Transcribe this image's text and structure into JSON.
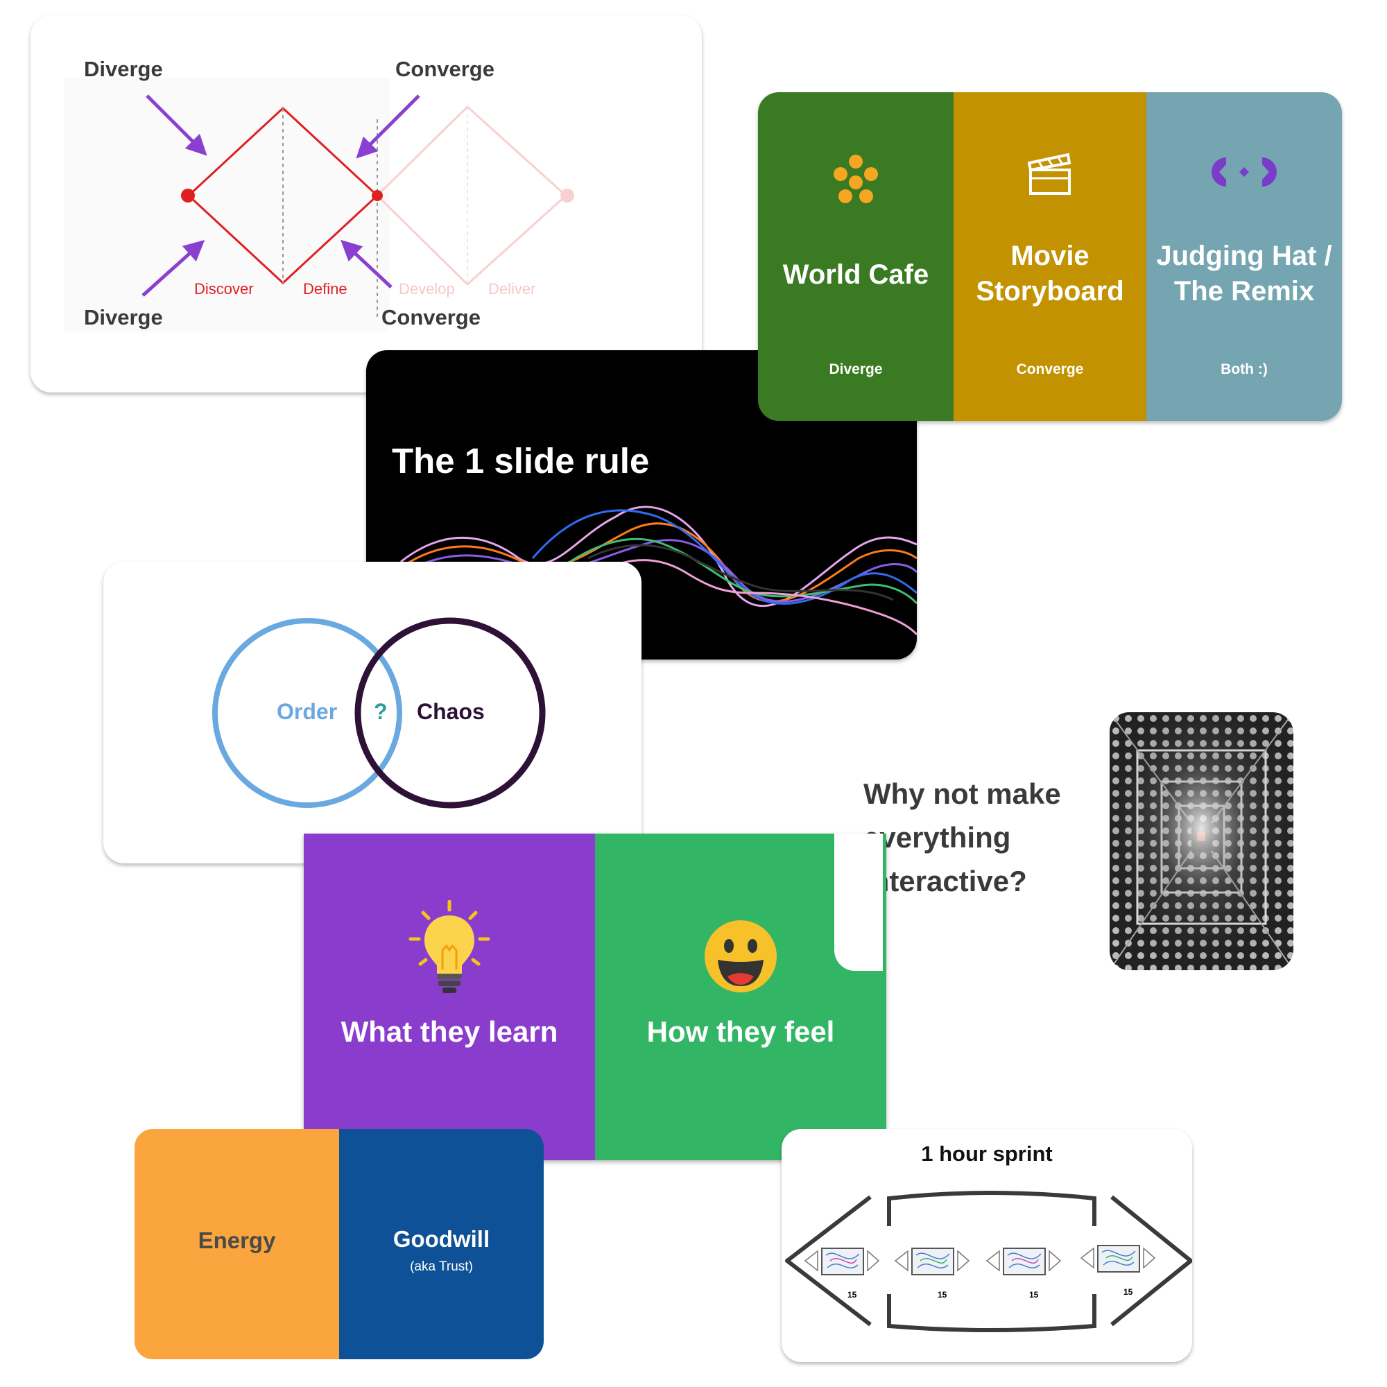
{
  "diamond_card": {
    "top_left_label": "Diverge",
    "top_right_label": "Converge",
    "bottom_left_label": "Diverge",
    "bottom_right_label": "Converge",
    "phases": [
      "Discover",
      "Define",
      "Develop",
      "Deliver"
    ],
    "colors": {
      "active": "#e02020",
      "faded": "#f8d0d0",
      "arrows": "#8a3fd0"
    }
  },
  "three_col_card": {
    "columns": [
      {
        "title": "World Cafe",
        "subtitle": "Diverge",
        "icon": "dots-flower-icon",
        "color": "#3a7a22"
      },
      {
        "title": "Movie Storyboard",
        "subtitle": "Converge",
        "icon": "clapperboard-icon",
        "color": "#c39200"
      },
      {
        "title": "Judging Hat / The Remix",
        "subtitle": "Both :)",
        "icon": "remix-arrows-icon",
        "color": "#74a5b0"
      }
    ]
  },
  "black_card": {
    "title": "The 1 slide rule"
  },
  "venn_card": {
    "left_label": "Order",
    "middle_label": "?",
    "right_label": "Chaos",
    "colors": {
      "left": "#6aa8e0",
      "right": "#2d1136",
      "middle": "#2a9d9d"
    }
  },
  "why_card": {
    "text": "Why not make everything interactive?"
  },
  "learn_feel_card": {
    "left": {
      "title": "What they learn",
      "icon": "lightbulb-icon",
      "color": "#8a3ccc"
    },
    "right": {
      "title": "How they feel",
      "icon": "smiley-face-icon",
      "color": "#33b566"
    }
  },
  "energy_card": {
    "left": {
      "title": "Energy",
      "color": "#fba53e"
    },
    "right": {
      "title": "Goodwill",
      "subtitle": "(aka Trust)",
      "color": "#0f5196"
    }
  },
  "sprint_card": {
    "title": "1 hour sprint",
    "segments": [
      "15",
      "15",
      "15",
      "15"
    ]
  }
}
